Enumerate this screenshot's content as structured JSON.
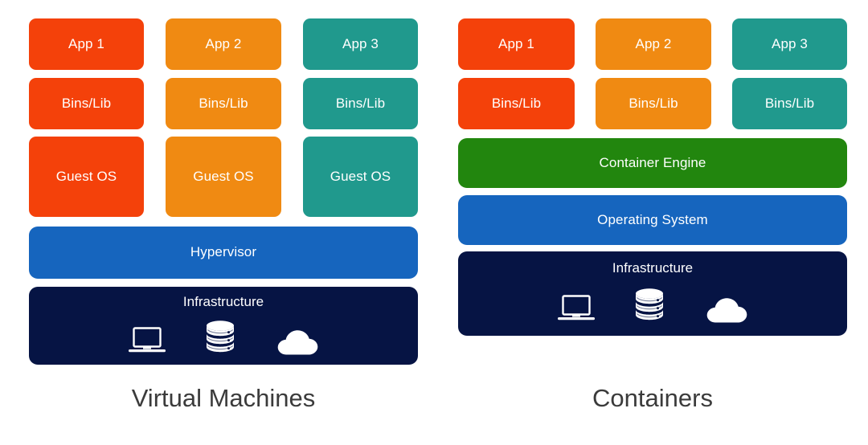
{
  "diagram": {
    "title_vm": "Virtual Machines",
    "title_containers": "Containers",
    "colors": {
      "red": "#F4410A",
      "orange": "#F08A12",
      "teal": "#20998D",
      "blue": "#1665BE",
      "green": "#22860E",
      "navy": "#061444",
      "caption_text": "#3B3B3B",
      "background": "#FFFFFF",
      "box_text": "#FFFFFF"
    }
  },
  "vm_stack": {
    "apps": [
      {
        "label": "App 1",
        "color_key": "red"
      },
      {
        "label": "App 2",
        "color_key": "orange"
      },
      {
        "label": "App 3",
        "color_key": "teal"
      }
    ],
    "bins": [
      {
        "label": "Bins/Lib",
        "color_key": "red"
      },
      {
        "label": "Bins/Lib",
        "color_key": "orange"
      },
      {
        "label": "Bins/Lib",
        "color_key": "teal"
      }
    ],
    "guest_os": [
      {
        "label": "Guest OS",
        "color_key": "red"
      },
      {
        "label": "Guest OS",
        "color_key": "orange"
      },
      {
        "label": "Guest OS",
        "color_key": "teal"
      }
    ],
    "hypervisor": {
      "label": "Hypervisor",
      "color_key": "blue"
    },
    "infrastructure": {
      "label": "Infrastructure",
      "color_key": "navy",
      "icons": [
        "laptop-icon",
        "database-icon",
        "cloud-icon"
      ]
    },
    "caption": "Virtual Machines"
  },
  "container_stack": {
    "apps": [
      {
        "label": "App 1",
        "color_key": "red"
      },
      {
        "label": "App 2",
        "color_key": "orange"
      },
      {
        "label": "App 3",
        "color_key": "teal"
      }
    ],
    "bins": [
      {
        "label": "Bins/Lib",
        "color_key": "red"
      },
      {
        "label": "Bins/Lib",
        "color_key": "orange"
      },
      {
        "label": "Bins/Lib",
        "color_key": "teal"
      }
    ],
    "container_engine": {
      "label": "Container Engine",
      "color_key": "green"
    },
    "operating_system": {
      "label": "Operating System",
      "color_key": "blue"
    },
    "infrastructure": {
      "label": "Infrastructure",
      "color_key": "navy",
      "icons": [
        "laptop-icon",
        "database-icon",
        "cloud-icon"
      ]
    },
    "caption": "Containers"
  }
}
